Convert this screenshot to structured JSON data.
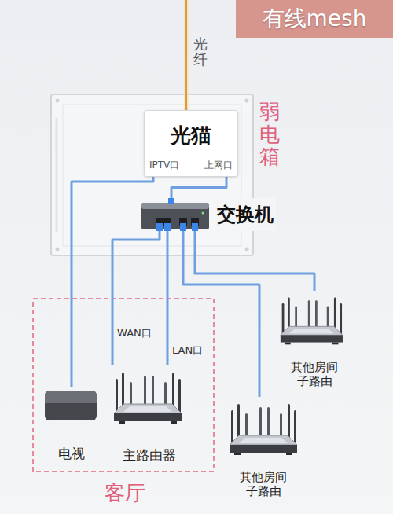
{
  "diagram": {
    "title": "有线mesh",
    "nodes": [
      {
        "text": [
          "弱电箱"
        ]
      },
      {
        "text": [
          "光猫",
          "IPTV口",
          "上网口"
        ],
        "in": 0
      },
      {
        "text": [
          "交换机"
        ],
        "in": 0
      },
      {
        "text": [
          "客厅"
        ]
      },
      {
        "text": [
          "电视"
        ],
        "in": 3
      },
      {
        "text": [
          "主路由器"
        ],
        "in": 3
      },
      {
        "text": [
          "其他房间 子路由"
        ]
      },
      {
        "text": [
          "其他房间 子路由"
        ]
      }
    ],
    "edges": [
      {
        "from": 1,
        "to": 4,
        "arrow": "none"
      },
      {
        "from": 1,
        "to": 2,
        "arrow": "none"
      },
      {
        "from": 2,
        "to": 5,
        "label": "WAN口",
        "arrow": "none"
      },
      {
        "from": 2,
        "to": 5,
        "label": "LAN口",
        "arrow": "none"
      },
      {
        "from": 2,
        "to": 6,
        "arrow": "none"
      },
      {
        "from": 2,
        "to": 7,
        "arrow": "none"
      }
    ],
    "labels": [
      "光纤"
    ]
  }
}
